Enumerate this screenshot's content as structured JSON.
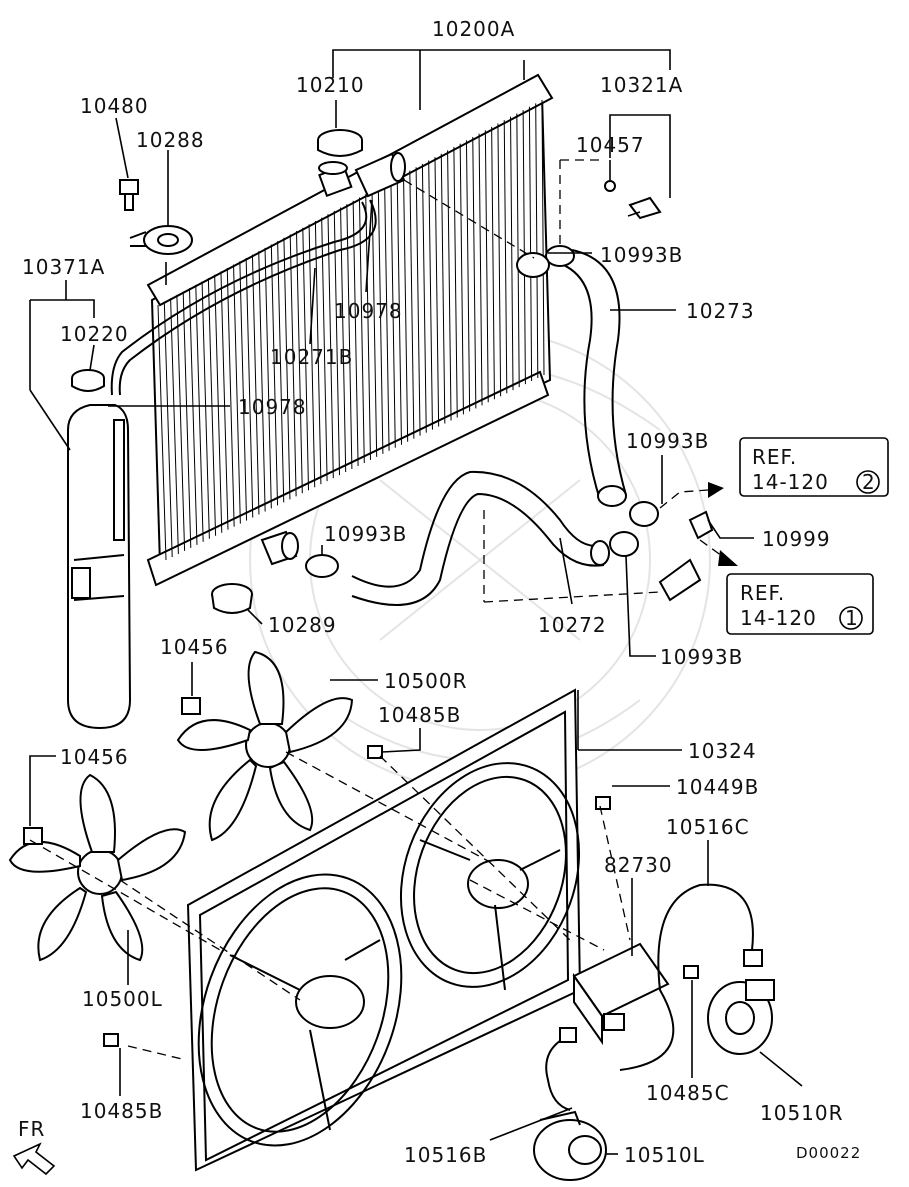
{
  "diagram_code": "D00022",
  "direction_marker": "FR",
  "refs": [
    {
      "id": "ref-2",
      "label": "REF.",
      "page": "14-120",
      "circle": "2"
    },
    {
      "id": "ref-1",
      "label": "REF.",
      "page": "14-120",
      "circle": "1"
    }
  ],
  "labels": {
    "10200A": "10200A",
    "10210": "10210",
    "10321A": "10321A",
    "10457": "10457",
    "10480": "10480",
    "10288": "10288",
    "10993B_top": "10993B",
    "10371A": "10371A",
    "10273": "10273",
    "10978_top": "10978",
    "10220": "10220",
    "10271B": "10271B",
    "10978_mid": "10978",
    "10993B_right": "10993B",
    "10999": "10999",
    "10993B_mid": "10993B",
    "10289": "10289",
    "10272": "10272",
    "10993B_low": "10993B",
    "10456_top": "10456",
    "10500R": "10500R",
    "10485B_top": "10485B",
    "10324": "10324",
    "10456_left": "10456",
    "10449B": "10449B",
    "10516C": "10516C",
    "82730": "82730",
    "10500L": "10500L",
    "10485C": "10485C",
    "10510R": "10510R",
    "10485B_bottom": "10485B",
    "10516B": "10516B",
    "10510L": "10510L"
  }
}
